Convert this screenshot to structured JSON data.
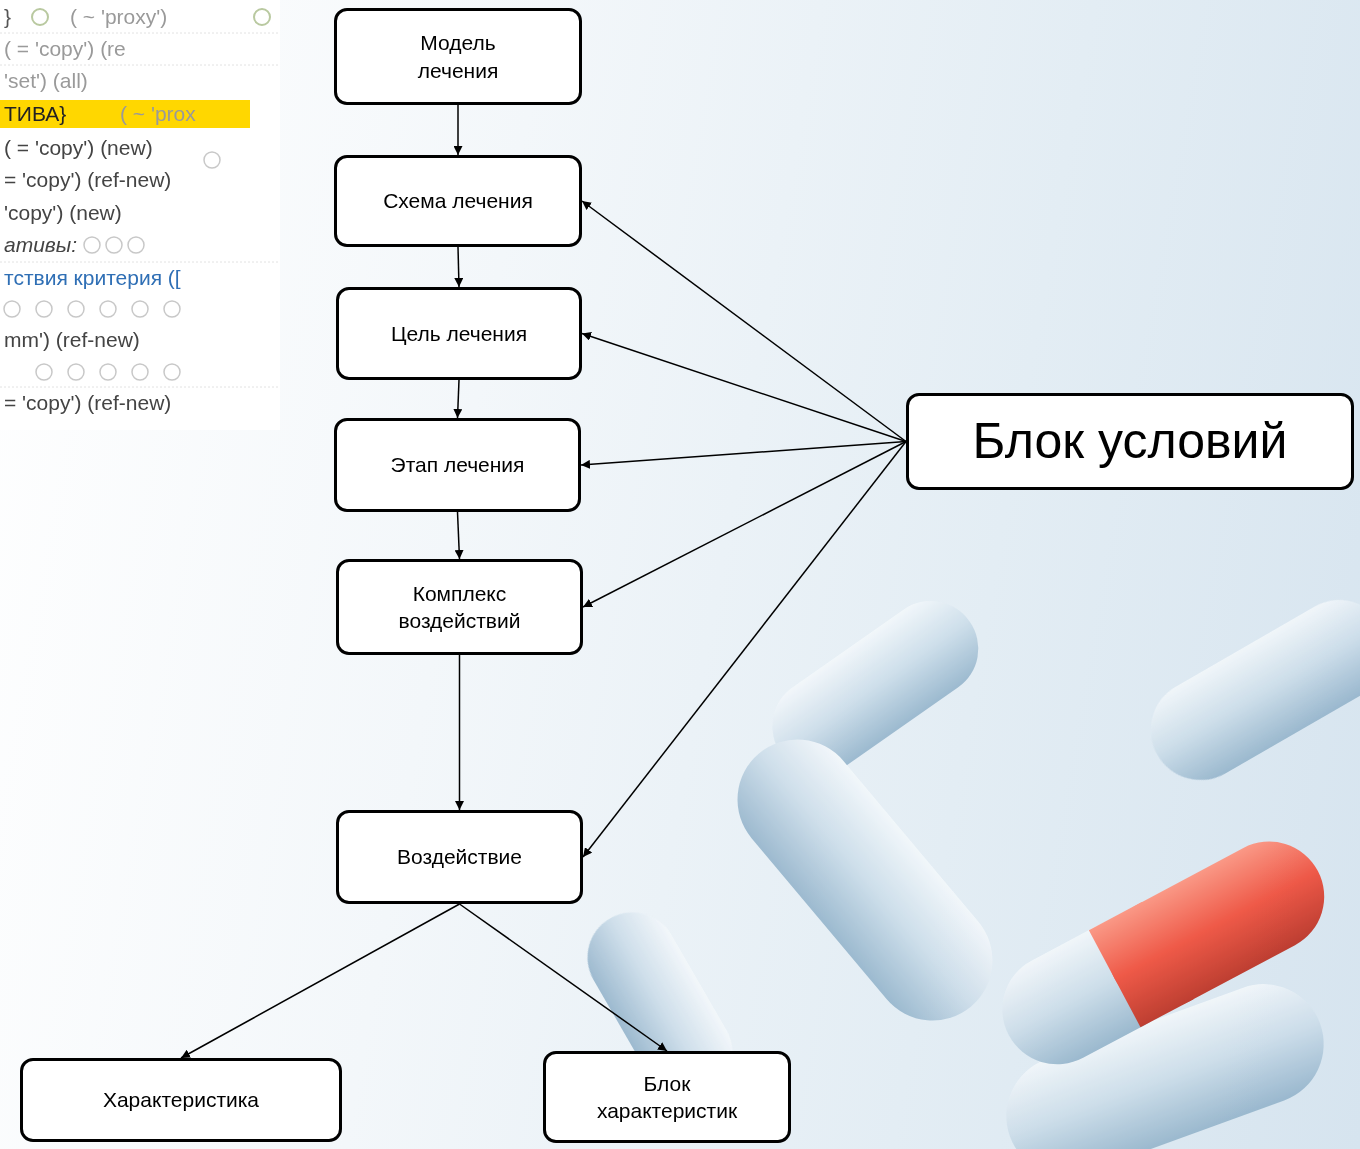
{
  "diagram": {
    "nodes": [
      {
        "text": [
          "Модель лечения"
        ]
      },
      {
        "text": [
          "Схема лечения"
        ]
      },
      {
        "text": [
          "Цель лечения"
        ]
      },
      {
        "text": [
          "Этап лечения"
        ]
      },
      {
        "text": [
          "Блок условий"
        ]
      },
      {
        "text": [
          "Комплекс воздействий"
        ]
      },
      {
        "text": [
          "Воздействие"
        ]
      },
      {
        "text": [
          "Характеристика"
        ]
      },
      {
        "text": [
          "Блок характеристик"
        ]
      }
    ],
    "edges": [
      {
        "from": 0,
        "to": 1,
        "arrow": "to"
      },
      {
        "from": 1,
        "to": 2,
        "arrow": "to"
      },
      {
        "from": 2,
        "to": 3,
        "arrow": "to"
      },
      {
        "from": 3,
        "to": 5,
        "arrow": "to"
      },
      {
        "from": 5,
        "to": 6,
        "arrow": "to"
      },
      {
        "from": 4,
        "to": 1,
        "arrow": "to"
      },
      {
        "from": 4,
        "to": 2,
        "arrow": "to"
      },
      {
        "from": 4,
        "to": 3,
        "arrow": "to"
      },
      {
        "from": 4,
        "to": 5,
        "arrow": "to"
      },
      {
        "from": 4,
        "to": 6,
        "arrow": "to"
      },
      {
        "from": 6,
        "to": 7,
        "arrow": "to"
      },
      {
        "from": 6,
        "to": 8,
        "arrow": "to"
      }
    ],
    "labels": [
      "}",
      "( ~ 'proxy')",
      "( = 'copy') (re",
      "'set') (all)",
      "ТИВА}",
      "( ~ 'prox",
      "( = 'copy') (new)",
      "= 'copy') (ref-new)",
      "'copy') (new)",
      "ативы:",
      "тствия критерия ([",
      "mm') (ref-new)",
      "= 'copy') (ref-new)"
    ]
  }
}
